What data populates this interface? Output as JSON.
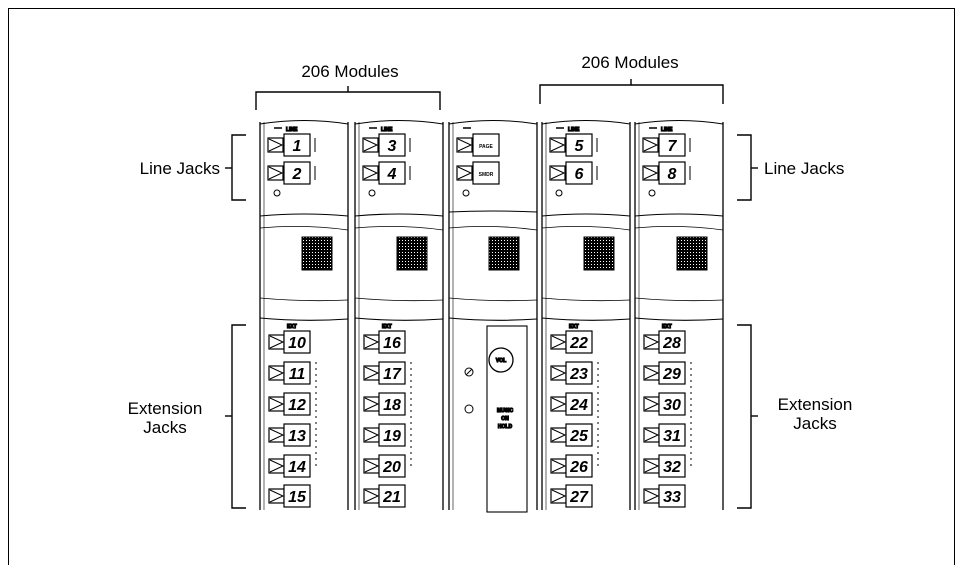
{
  "labels": {
    "top_left": "206 Modules",
    "top_right": "206 Modules",
    "line_jacks_left": "Line Jacks",
    "line_jacks_right": "Line Jacks",
    "ext_jacks_left_1": "Extension",
    "ext_jacks_left_2": "Jacks",
    "ext_jacks_right_1": "Extension",
    "ext_jacks_right_2": "Jacks"
  },
  "modules": [
    {
      "line_jacks": [
        "1",
        "2"
      ],
      "ext_jacks": [
        "10",
        "11",
        "12",
        "13",
        "14",
        "15"
      ]
    },
    {
      "line_jacks": [
        "3",
        "4"
      ],
      "ext_jacks": [
        "16",
        "17",
        "18",
        "19",
        "20",
        "21"
      ]
    },
    {
      "center": true,
      "line_jacks": [
        "PAGE",
        "SMDR"
      ],
      "knob": "VOL",
      "slot": [
        "MUSIC",
        "ON",
        "HOLD"
      ]
    },
    {
      "line_jacks": [
        "5",
        "6"
      ],
      "ext_jacks": [
        "22",
        "23",
        "24",
        "25",
        "26",
        "27"
      ]
    },
    {
      "line_jacks": [
        "7",
        "8"
      ],
      "ext_jacks": [
        "28",
        "29",
        "30",
        "31",
        "32",
        "33"
      ]
    }
  ],
  "tiny_marks": {
    "line": "LINE",
    "ext": "EXT"
  }
}
